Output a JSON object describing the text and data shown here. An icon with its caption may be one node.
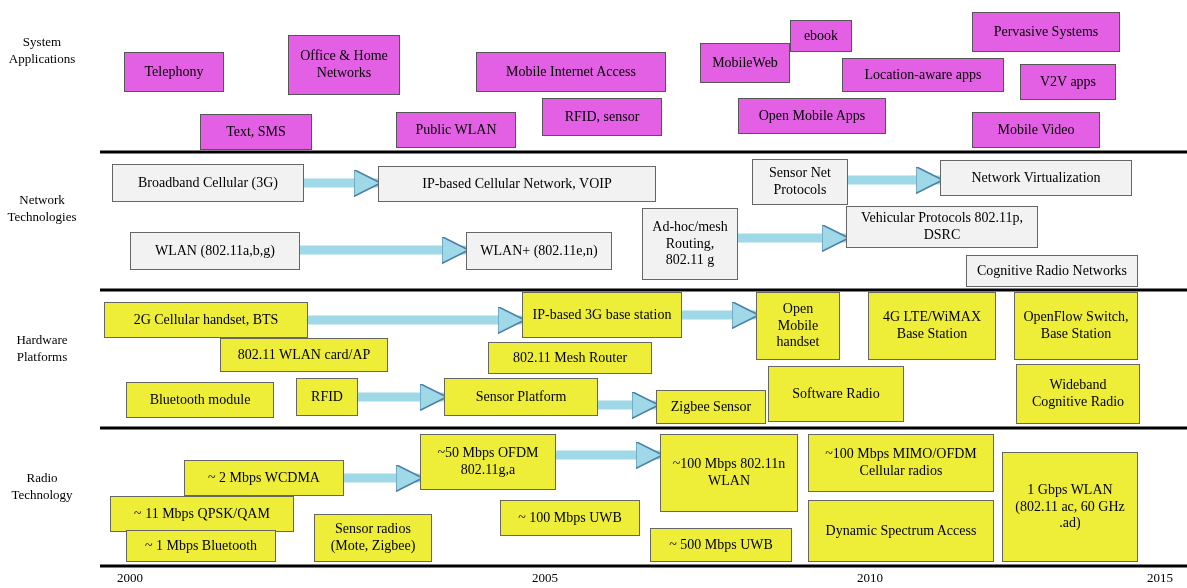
{
  "diagram": {
    "nodes": [
      {
        "text": [
          "Telephony"
        ]
      },
      {
        "text": [
          "Office & Home Networks"
        ]
      },
      {
        "text": [
          "Mobile Internet Access"
        ]
      },
      {
        "text": [
          "MobileWeb"
        ]
      },
      {
        "text": [
          "ebook"
        ]
      },
      {
        "text": [
          "Pervasive Systems"
        ]
      },
      {
        "text": [
          "Location-aware apps"
        ]
      },
      {
        "text": [
          "V2V apps"
        ]
      },
      {
        "text": [
          "Text, SMS"
        ]
      },
      {
        "text": [
          "Public WLAN"
        ]
      },
      {
        "text": [
          "RFID, sensor"
        ]
      },
      {
        "text": [
          "Open Mobile Apps"
        ]
      },
      {
        "text": [
          "Mobile Video"
        ]
      },
      {
        "text": [
          "Broadband Cellular (3G)"
        ]
      },
      {
        "text": [
          "IP-based Cellular Network, VOIP"
        ]
      },
      {
        "text": [
          "Sensor Net Protocols"
        ]
      },
      {
        "text": [
          "Network Virtualization"
        ]
      },
      {
        "text": [
          "WLAN (802.11a,b,g)"
        ]
      },
      {
        "text": [
          "WLAN+ (802.11e,n)"
        ]
      },
      {
        "text": [
          "Ad-hoc/mesh Routing, 802.11 g"
        ]
      },
      {
        "text": [
          "Vehicular Protocols 802.11p, DSRC"
        ]
      },
      {
        "text": [
          "Cognitive Radio Networks"
        ]
      },
      {
        "text": [
          "2G Cellular handset, BTS"
        ]
      },
      {
        "text": [
          "802.11 WLAN card/AP"
        ]
      },
      {
        "text": [
          "IP-based 3G base station"
        ]
      },
      {
        "text": [
          "802.11 Mesh Router"
        ]
      },
      {
        "text": [
          "Open Mobile handset"
        ]
      },
      {
        "text": [
          "4G LTE/WiMAX Base Station"
        ]
      },
      {
        "text": [
          "OpenFlow Switch, Base Station"
        ]
      },
      {
        "text": [
          "Bluetooth module"
        ]
      },
      {
        "text": [
          "RFID"
        ]
      },
      {
        "text": [
          "Sensor Platform"
        ]
      },
      {
        "text": [
          "Zigbee Sensor"
        ]
      },
      {
        "text": [
          "Software Radio"
        ]
      },
      {
        "text": [
          "Wideband Cognitive Radio"
        ]
      },
      {
        "text": [
          "~ 2 Mbps WCDMA"
        ]
      },
      {
        "text": [
          "~ 11 Mbps QPSK/QAM"
        ]
      },
      {
        "text": [
          "~ 1 Mbps Bluetooth"
        ]
      },
      {
        "text": [
          "~50 Mbps OFDM 802.11g,a"
        ]
      },
      {
        "text": [
          "Sensor radios (Mote, Zigbee)"
        ]
      },
      {
        "text": [
          "~ 100 Mbps UWB"
        ]
      },
      {
        "text": [
          "~100 Mbps 802.11n WLAN"
        ]
      },
      {
        "text": [
          "~100 Mbps MIMO/OFDM Cellular radios"
        ]
      },
      {
        "text": [
          "1 Gbps WLAN (802.11 ac, 60 GHz .ad)"
        ]
      },
      {
        "text": [
          "~ 500 Mbps UWB"
        ]
      },
      {
        "text": [
          "Dynamic Spectrum Access"
        ]
      }
    ],
    "edges": [
      {
        "from": 13,
        "to": 14,
        "arrow": "to"
      },
      {
        "from": 17,
        "to": 18,
        "arrow": "to"
      },
      {
        "from": 19,
        "to": 20,
        "arrow": "to"
      },
      {
        "from": 15,
        "to": 16,
        "arrow": "to"
      },
      {
        "from": 22,
        "to": 24,
        "arrow": "to"
      },
      {
        "from": 24,
        "to": 26,
        "arrow": "to"
      },
      {
        "from": 30,
        "to": 31,
        "arrow": "to"
      },
      {
        "from": 31,
        "to": 32,
        "arrow": "to"
      },
      {
        "from": 35,
        "to": 38,
        "arrow": "to"
      },
      {
        "from": 38,
        "to": 41,
        "arrow": "to"
      }
    ],
    "labels": [
      "System Applications",
      "Network Technologies",
      "Hardware Platforms",
      "Radio Technology",
      "2000",
      "2005",
      "2010",
      "2015"
    ]
  }
}
